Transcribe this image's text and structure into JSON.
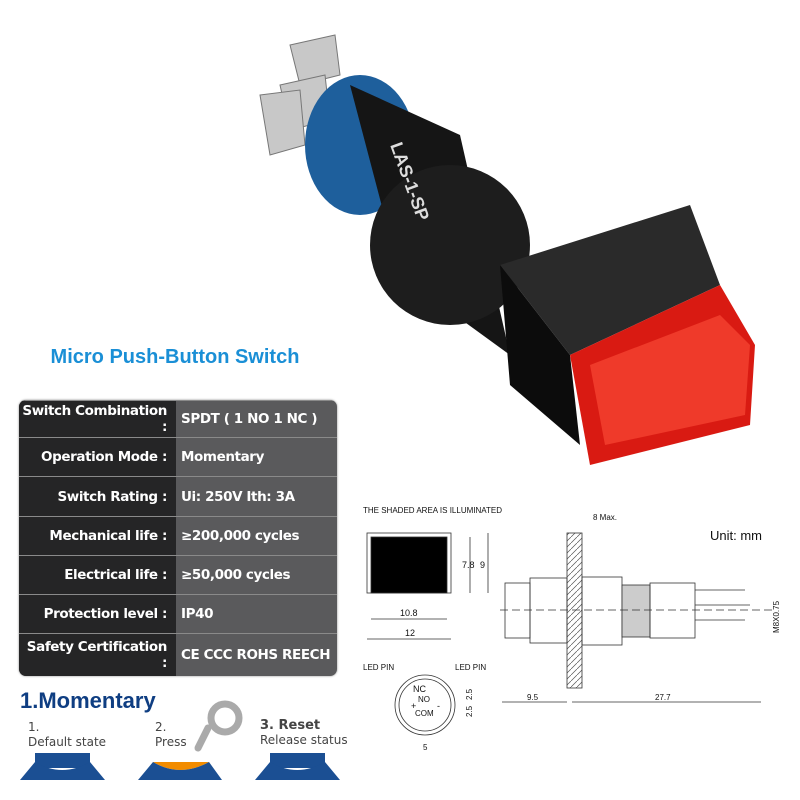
{
  "title": "Micro Push-Button Switch",
  "product": {
    "body_marking": "LAS-1-SP"
  },
  "specs": [
    {
      "label": "Switch Combination :",
      "value": "SPDT ( 1 NO 1 NC )"
    },
    {
      "label": "Operation Mode :",
      "value": "Momentary"
    },
    {
      "label": "Switch Rating :",
      "value": "Ui: 250V  Ith: 3A"
    },
    {
      "label": "Mechanical life :",
      "value": "≥200,000 cycles"
    },
    {
      "label": "Electrical life :",
      "value": "≥50,000 cycles"
    },
    {
      "label": "Protection level :",
      "value": "IP40"
    },
    {
      "label": "Safety Certification :",
      "value": "CE  CCC ROHS REECH"
    }
  ],
  "momentary": {
    "heading": "1.Momentary",
    "steps": [
      {
        "num": "1.",
        "label": "Default state"
      },
      {
        "num": "2.",
        "label": "Press"
      },
      {
        "num": "3. Reset",
        "label": "Release status"
      }
    ]
  },
  "diagram": {
    "shaded_note": "THE SHADED AREA IS ILLUMINATED",
    "unit": "Unit: mm",
    "dims": {
      "w_inner": "10.8",
      "w_outer": "12",
      "h_inner": "7.8",
      "h_outer": "9",
      "panel": "8 Max.",
      "front": "9.5",
      "body": "27.7",
      "thread": "M8X0.75",
      "pin_pitch": "5",
      "pin_v1": "2.5",
      "pin_v2": "2.5"
    },
    "pins": {
      "led_left": "LED PIN",
      "led_right": "LED PIN",
      "nc": "NC",
      "no": "NO",
      "com": "COM",
      "plus": "+",
      "minus": "-"
    }
  },
  "colors": {
    "accent": "#1a8fd6",
    "heading": "#0f3e82",
    "lens": "#e01b14",
    "press": "#f28c00",
    "cap": "#1b4f93"
  }
}
